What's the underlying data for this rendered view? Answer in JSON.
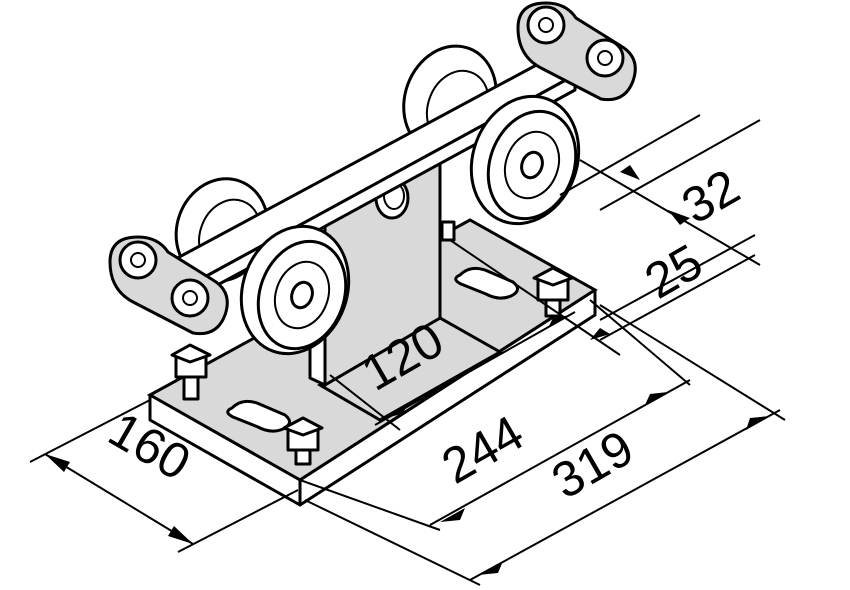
{
  "diagram": {
    "stroke_color": "#000000",
    "fill_color": "#d9d9d9",
    "background": "#ffffff",
    "dimensions": {
      "d160": "160",
      "d120": "120",
      "d244": "244",
      "d319": "319",
      "d25": "25",
      "d32": "32"
    }
  }
}
